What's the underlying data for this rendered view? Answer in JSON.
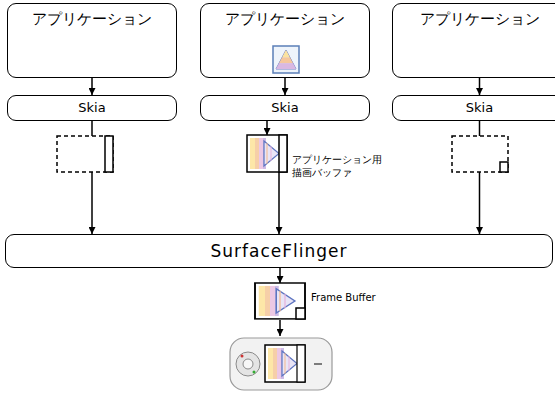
{
  "diagram": {
    "nodes": [
      {
        "text": [
          "アプリケーション"
        ]
      },
      {
        "text": [
          "アプリケーション"
        ]
      },
      {
        "text": [
          "アプリケーション"
        ]
      },
      {
        "text": [
          "Skia"
        ]
      },
      {
        "text": [
          "Skia"
        ]
      },
      {
        "text": [
          "Skia"
        ]
      },
      {
        "text": [
          "アプリケーション用 描画バッファ"
        ]
      },
      {
        "text": [
          "SurfaceFlinger"
        ]
      },
      {
        "text": [
          "Frame Buffer"
        ]
      }
    ],
    "edges": [
      {
        "from": 0,
        "to": 3,
        "arrow": "to"
      },
      {
        "from": 1,
        "to": 4,
        "arrow": "to"
      },
      {
        "from": 2,
        "to": 5,
        "arrow": "to"
      },
      {
        "from": 3,
        "to": 7,
        "arrow": "to"
      },
      {
        "from": 4,
        "to": 6,
        "arrow": "to"
      },
      {
        "from": 6,
        "to": 7,
        "arrow": "to"
      },
      {
        "from": 5,
        "to": 7,
        "arrow": "to"
      },
      {
        "from": 7,
        "to": 8,
        "arrow": "to"
      }
    ]
  }
}
